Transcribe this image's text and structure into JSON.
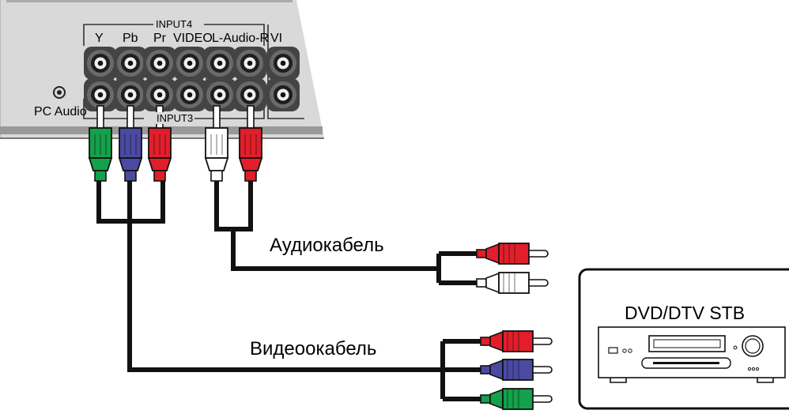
{
  "panel": {
    "input4_label": "INPUT4",
    "input3_label": "INPUT3",
    "jack_labels": [
      "Y",
      "Pb",
      "Pr",
      "VIDEO",
      "L-Audio-R"
    ],
    "next_jack_label_partial": "VI",
    "pc_audio_label": "PC Audio"
  },
  "cables": {
    "audio_label": "Аудиокабель",
    "video_label": "Видеоокабель"
  },
  "device": {
    "label": "DVD/DTV STB"
  },
  "colors": {
    "green": "#13a14a",
    "blue": "#4a4aa3",
    "red": "#e21e2a",
    "white": "#ffffff",
    "panel": "#d8d8d8",
    "cable": "#111111"
  }
}
